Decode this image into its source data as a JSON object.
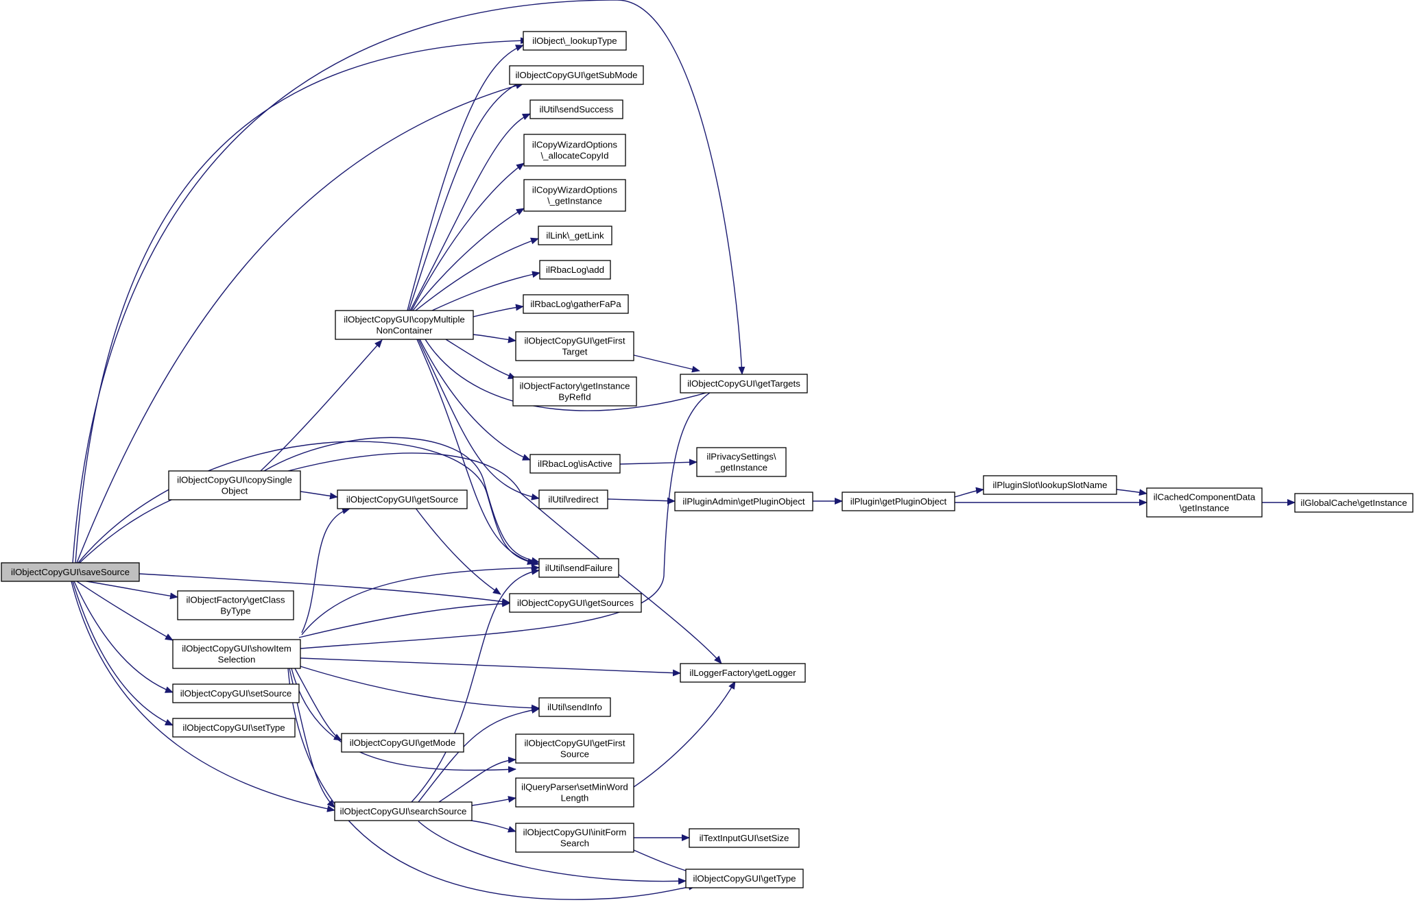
{
  "colors": {
    "edge": "#191970",
    "root_fill": "#bfbfbf",
    "node_fill": "#ffffff",
    "node_border": "#000000"
  },
  "nodes": [
    {
      "id": "saveSource",
      "lines": [
        "ilObjectCopyGUI\\saveSource"
      ]
    },
    {
      "id": "lookupType",
      "lines": [
        "ilObject\\_lookupType"
      ]
    },
    {
      "id": "getSubMode",
      "lines": [
        "ilObjectCopyGUI\\getSubMode"
      ]
    },
    {
      "id": "sendSuccess",
      "lines": [
        "ilUtil\\sendSuccess"
      ]
    },
    {
      "id": "allocateCopyId",
      "lines": [
        "ilCopyWizardOptions",
        "\\_allocateCopyId"
      ]
    },
    {
      "id": "cwoGetInstance",
      "lines": [
        "ilCopyWizardOptions",
        "\\_getInstance"
      ]
    },
    {
      "id": "getLink",
      "lines": [
        "ilLink\\_getLink"
      ]
    },
    {
      "id": "rbacAdd",
      "lines": [
        "ilRbacLog\\add"
      ]
    },
    {
      "id": "gatherFaPa",
      "lines": [
        "ilRbacLog\\gatherFaPa"
      ]
    },
    {
      "id": "copyMultiple",
      "lines": [
        "ilObjectCopyGUI\\copyMultiple",
        "NonContainer"
      ]
    },
    {
      "id": "getFirstTarget",
      "lines": [
        "ilObjectCopyGUI\\getFirst",
        "Target"
      ]
    },
    {
      "id": "getInstanceByRefId",
      "lines": [
        "ilObjectFactory\\getInstance",
        "ByRefId"
      ]
    },
    {
      "id": "getTargets",
      "lines": [
        "ilObjectCopyGUI\\getTargets"
      ]
    },
    {
      "id": "isActive",
      "lines": [
        "ilRbacLog\\isActive"
      ]
    },
    {
      "id": "privacyGetInstance",
      "lines": [
        "ilPrivacySettings\\",
        "_getInstance"
      ]
    },
    {
      "id": "copySingle",
      "lines": [
        "ilObjectCopyGUI\\copySingle",
        "Object"
      ]
    },
    {
      "id": "getSource",
      "lines": [
        "ilObjectCopyGUI\\getSource"
      ]
    },
    {
      "id": "redirect",
      "lines": [
        "ilUtil\\redirect"
      ]
    },
    {
      "id": "getPluginObjectAdmin",
      "lines": [
        "ilPluginAdmin\\getPluginObject"
      ]
    },
    {
      "id": "getPluginObject",
      "lines": [
        "ilPlugin\\getPluginObject"
      ]
    },
    {
      "id": "lookupSlotName",
      "lines": [
        "ilPluginSlot\\lookupSlotName"
      ]
    },
    {
      "id": "cachedGetInstance",
      "lines": [
        "ilCachedComponentData",
        "\\getInstance"
      ]
    },
    {
      "id": "globalCacheGetInstance",
      "lines": [
        "ilGlobalCache\\getInstance"
      ]
    },
    {
      "id": "sendFailure",
      "lines": [
        "ilUtil\\sendFailure"
      ]
    },
    {
      "id": "getSources",
      "lines": [
        "ilObjectCopyGUI\\getSources"
      ]
    },
    {
      "id": "getClassByType",
      "lines": [
        "ilObjectFactory\\getClass",
        "ByType"
      ]
    },
    {
      "id": "showItemSelection",
      "lines": [
        "ilObjectCopyGUI\\showItem",
        "Selection"
      ]
    },
    {
      "id": "getLogger",
      "lines": [
        "ilLoggerFactory\\getLogger"
      ]
    },
    {
      "id": "setSource",
      "lines": [
        "ilObjectCopyGUI\\setSource"
      ]
    },
    {
      "id": "sendInfo",
      "lines": [
        "ilUtil\\sendInfo"
      ]
    },
    {
      "id": "setType",
      "lines": [
        "ilObjectCopyGUI\\setType"
      ]
    },
    {
      "id": "getMode",
      "lines": [
        "ilObjectCopyGUI\\getMode"
      ]
    },
    {
      "id": "getFirstSource",
      "lines": [
        "ilObjectCopyGUI\\getFirst",
        "Source"
      ]
    },
    {
      "id": "setMinWordLength",
      "lines": [
        "ilQueryParser\\setMinWord",
        "Length"
      ]
    },
    {
      "id": "searchSource",
      "lines": [
        "ilObjectCopyGUI\\searchSource"
      ]
    },
    {
      "id": "initFormSearch",
      "lines": [
        "ilObjectCopyGUI\\initForm",
        "Search"
      ]
    },
    {
      "id": "setSize",
      "lines": [
        "ilTextInputGUI\\setSize"
      ]
    },
    {
      "id": "getType",
      "lines": [
        "ilObjectCopyGUI\\getType"
      ]
    }
  ]
}
